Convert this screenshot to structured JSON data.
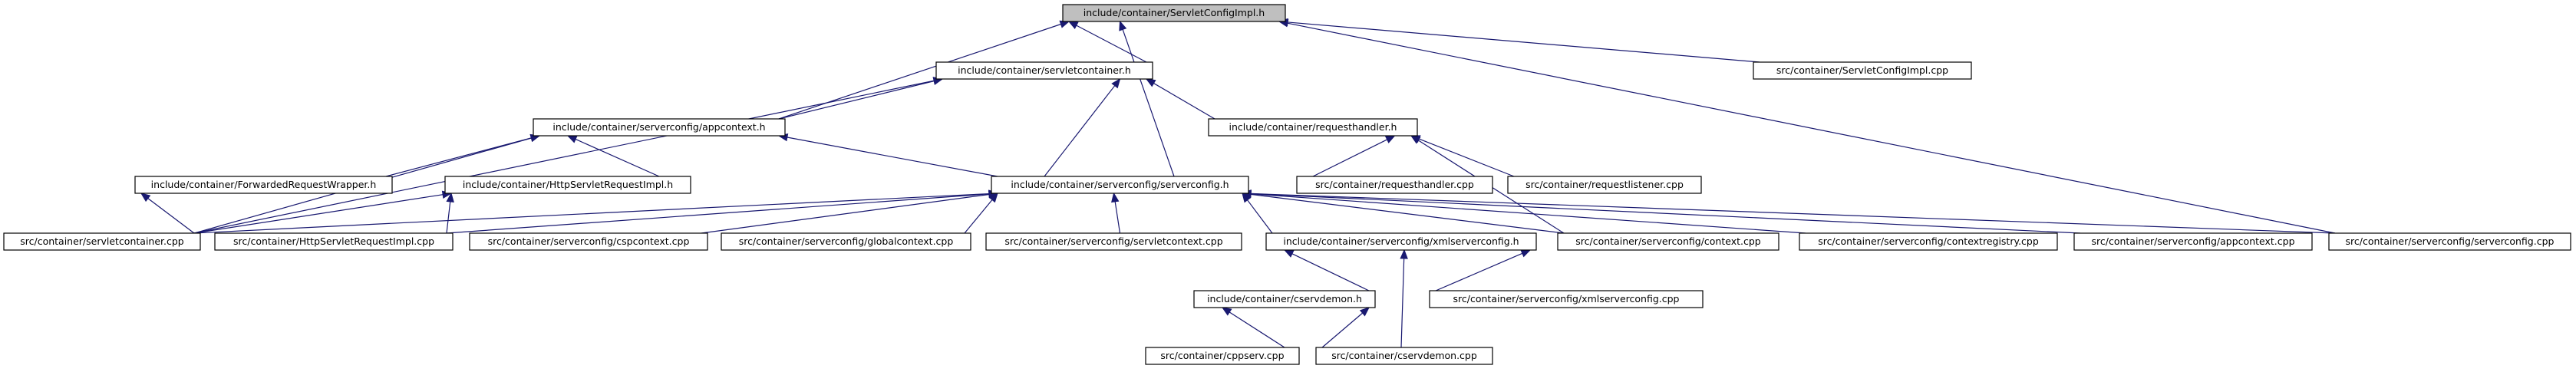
{
  "graph": {
    "nodes": [
      {
        "id": "n_root",
        "label": "include/container/ServletConfigImpl.h",
        "root": true
      },
      {
        "id": "n_cfgimpl_cpp",
        "label": "src/container/ServletConfigImpl.cpp"
      },
      {
        "id": "n_servletcontainer_h",
        "label": "include/container/servletcontainer.h"
      },
      {
        "id": "n_appcontext_h",
        "label": "include/container/serverconfig/appcontext.h"
      },
      {
        "id": "n_requesthandler_h",
        "label": "include/container/requesthandler.h"
      },
      {
        "id": "n_fwdwrapper_h",
        "label": "include/container/ForwardedRequestWrapper.h"
      },
      {
        "id": "n_httpreqimpl_h",
        "label": "include/container/HttpServletRequestImpl.h"
      },
      {
        "id": "n_serverconfig_h",
        "label": "include/container/serverconfig/serverconfig.h"
      },
      {
        "id": "n_requesthandler_cpp",
        "label": "src/container/requesthandler.cpp"
      },
      {
        "id": "n_requestlistener_cpp",
        "label": "src/container/requestlistener.cpp"
      },
      {
        "id": "n_servletcontainer_cpp",
        "label": "src/container/servletcontainer.cpp"
      },
      {
        "id": "n_httpreqimpl_cpp",
        "label": "src/container/HttpServletRequestImpl.cpp"
      },
      {
        "id": "n_cspcontext_cpp",
        "label": "src/container/serverconfig/cspcontext.cpp"
      },
      {
        "id": "n_globalcontext_cpp",
        "label": "src/container/serverconfig/globalcontext.cpp"
      },
      {
        "id": "n_servletcontext_cpp",
        "label": "src/container/serverconfig/servletcontext.cpp"
      },
      {
        "id": "n_xmlserverconfig_h",
        "label": "include/container/serverconfig/xmlserverconfig.h"
      },
      {
        "id": "n_context_cpp",
        "label": "src/container/serverconfig/context.cpp"
      },
      {
        "id": "n_contextregistry_cpp",
        "label": "src/container/serverconfig/contextregistry.cpp"
      },
      {
        "id": "n_appcontext_cpp",
        "label": "src/container/serverconfig/appcontext.cpp"
      },
      {
        "id": "n_serverconfig_cpp",
        "label": "src/container/serverconfig/serverconfig.cpp"
      },
      {
        "id": "n_cservdemon_h",
        "label": "include/container/cservdemon.h"
      },
      {
        "id": "n_xmlserverconfig_cpp",
        "label": "src/container/serverconfig/xmlserverconfig.cpp"
      },
      {
        "id": "n_cppserv_cpp",
        "label": "src/container/cppserv.cpp"
      },
      {
        "id": "n_cservdemon_cpp",
        "label": "src/container/cservdemon.cpp"
      }
    ],
    "edges": [
      {
        "from": "n_cfgimpl_cpp",
        "to": "n_root"
      },
      {
        "from": "n_servletcontainer_h",
        "to": "n_root"
      },
      {
        "from": "n_appcontext_h",
        "to": "n_root"
      },
      {
        "from": "n_serverconfig_h",
        "to": "n_root"
      },
      {
        "from": "n_serverconfig_cpp",
        "to": "n_root"
      },
      {
        "from": "n_servletcontainer_cpp",
        "to": "n_servletcontainer_h"
      },
      {
        "from": "n_appcontext_h",
        "to": "n_servletcontainer_h"
      },
      {
        "from": "n_serverconfig_h",
        "to": "n_servletcontainer_h"
      },
      {
        "from": "n_requesthandler_h",
        "to": "n_servletcontainer_h"
      },
      {
        "from": "n_fwdwrapper_h",
        "to": "n_appcontext_h"
      },
      {
        "from": "n_httpreqimpl_h",
        "to": "n_appcontext_h"
      },
      {
        "from": "n_serverconfig_h",
        "to": "n_appcontext_h"
      },
      {
        "from": "n_servletcontainer_cpp",
        "to": "n_appcontext_h"
      },
      {
        "from": "n_requesthandler_cpp",
        "to": "n_requesthandler_h"
      },
      {
        "from": "n_requestlistener_cpp",
        "to": "n_requesthandler_h"
      },
      {
        "from": "n_context_cpp",
        "to": "n_requesthandler_h"
      },
      {
        "from": "n_servletcontainer_cpp",
        "to": "n_fwdwrapper_h"
      },
      {
        "from": "n_servletcontainer_cpp",
        "to": "n_httpreqimpl_h"
      },
      {
        "from": "n_httpreqimpl_cpp",
        "to": "n_httpreqimpl_h"
      },
      {
        "from": "n_servletcontainer_cpp",
        "to": "n_serverconfig_h"
      },
      {
        "from": "n_httpreqimpl_cpp",
        "to": "n_serverconfig_h"
      },
      {
        "from": "n_cspcontext_cpp",
        "to": "n_serverconfig_h"
      },
      {
        "from": "n_globalcontext_cpp",
        "to": "n_serverconfig_h"
      },
      {
        "from": "n_servletcontext_cpp",
        "to": "n_serverconfig_h"
      },
      {
        "from": "n_xmlserverconfig_h",
        "to": "n_serverconfig_h"
      },
      {
        "from": "n_context_cpp",
        "to": "n_serverconfig_h"
      },
      {
        "from": "n_contextregistry_cpp",
        "to": "n_serverconfig_h"
      },
      {
        "from": "n_appcontext_cpp",
        "to": "n_serverconfig_h"
      },
      {
        "from": "n_serverconfig_cpp",
        "to": "n_serverconfig_h"
      },
      {
        "from": "n_cservdemon_h",
        "to": "n_xmlserverconfig_h"
      },
      {
        "from": "n_xmlserverconfig_cpp",
        "to": "n_xmlserverconfig_h"
      },
      {
        "from": "n_cservdemon_cpp",
        "to": "n_xmlserverconfig_h"
      },
      {
        "from": "n_cppserv_cpp",
        "to": "n_cservdemon_h"
      },
      {
        "from": "n_cservdemon_cpp",
        "to": "n_cservdemon_h"
      }
    ]
  }
}
